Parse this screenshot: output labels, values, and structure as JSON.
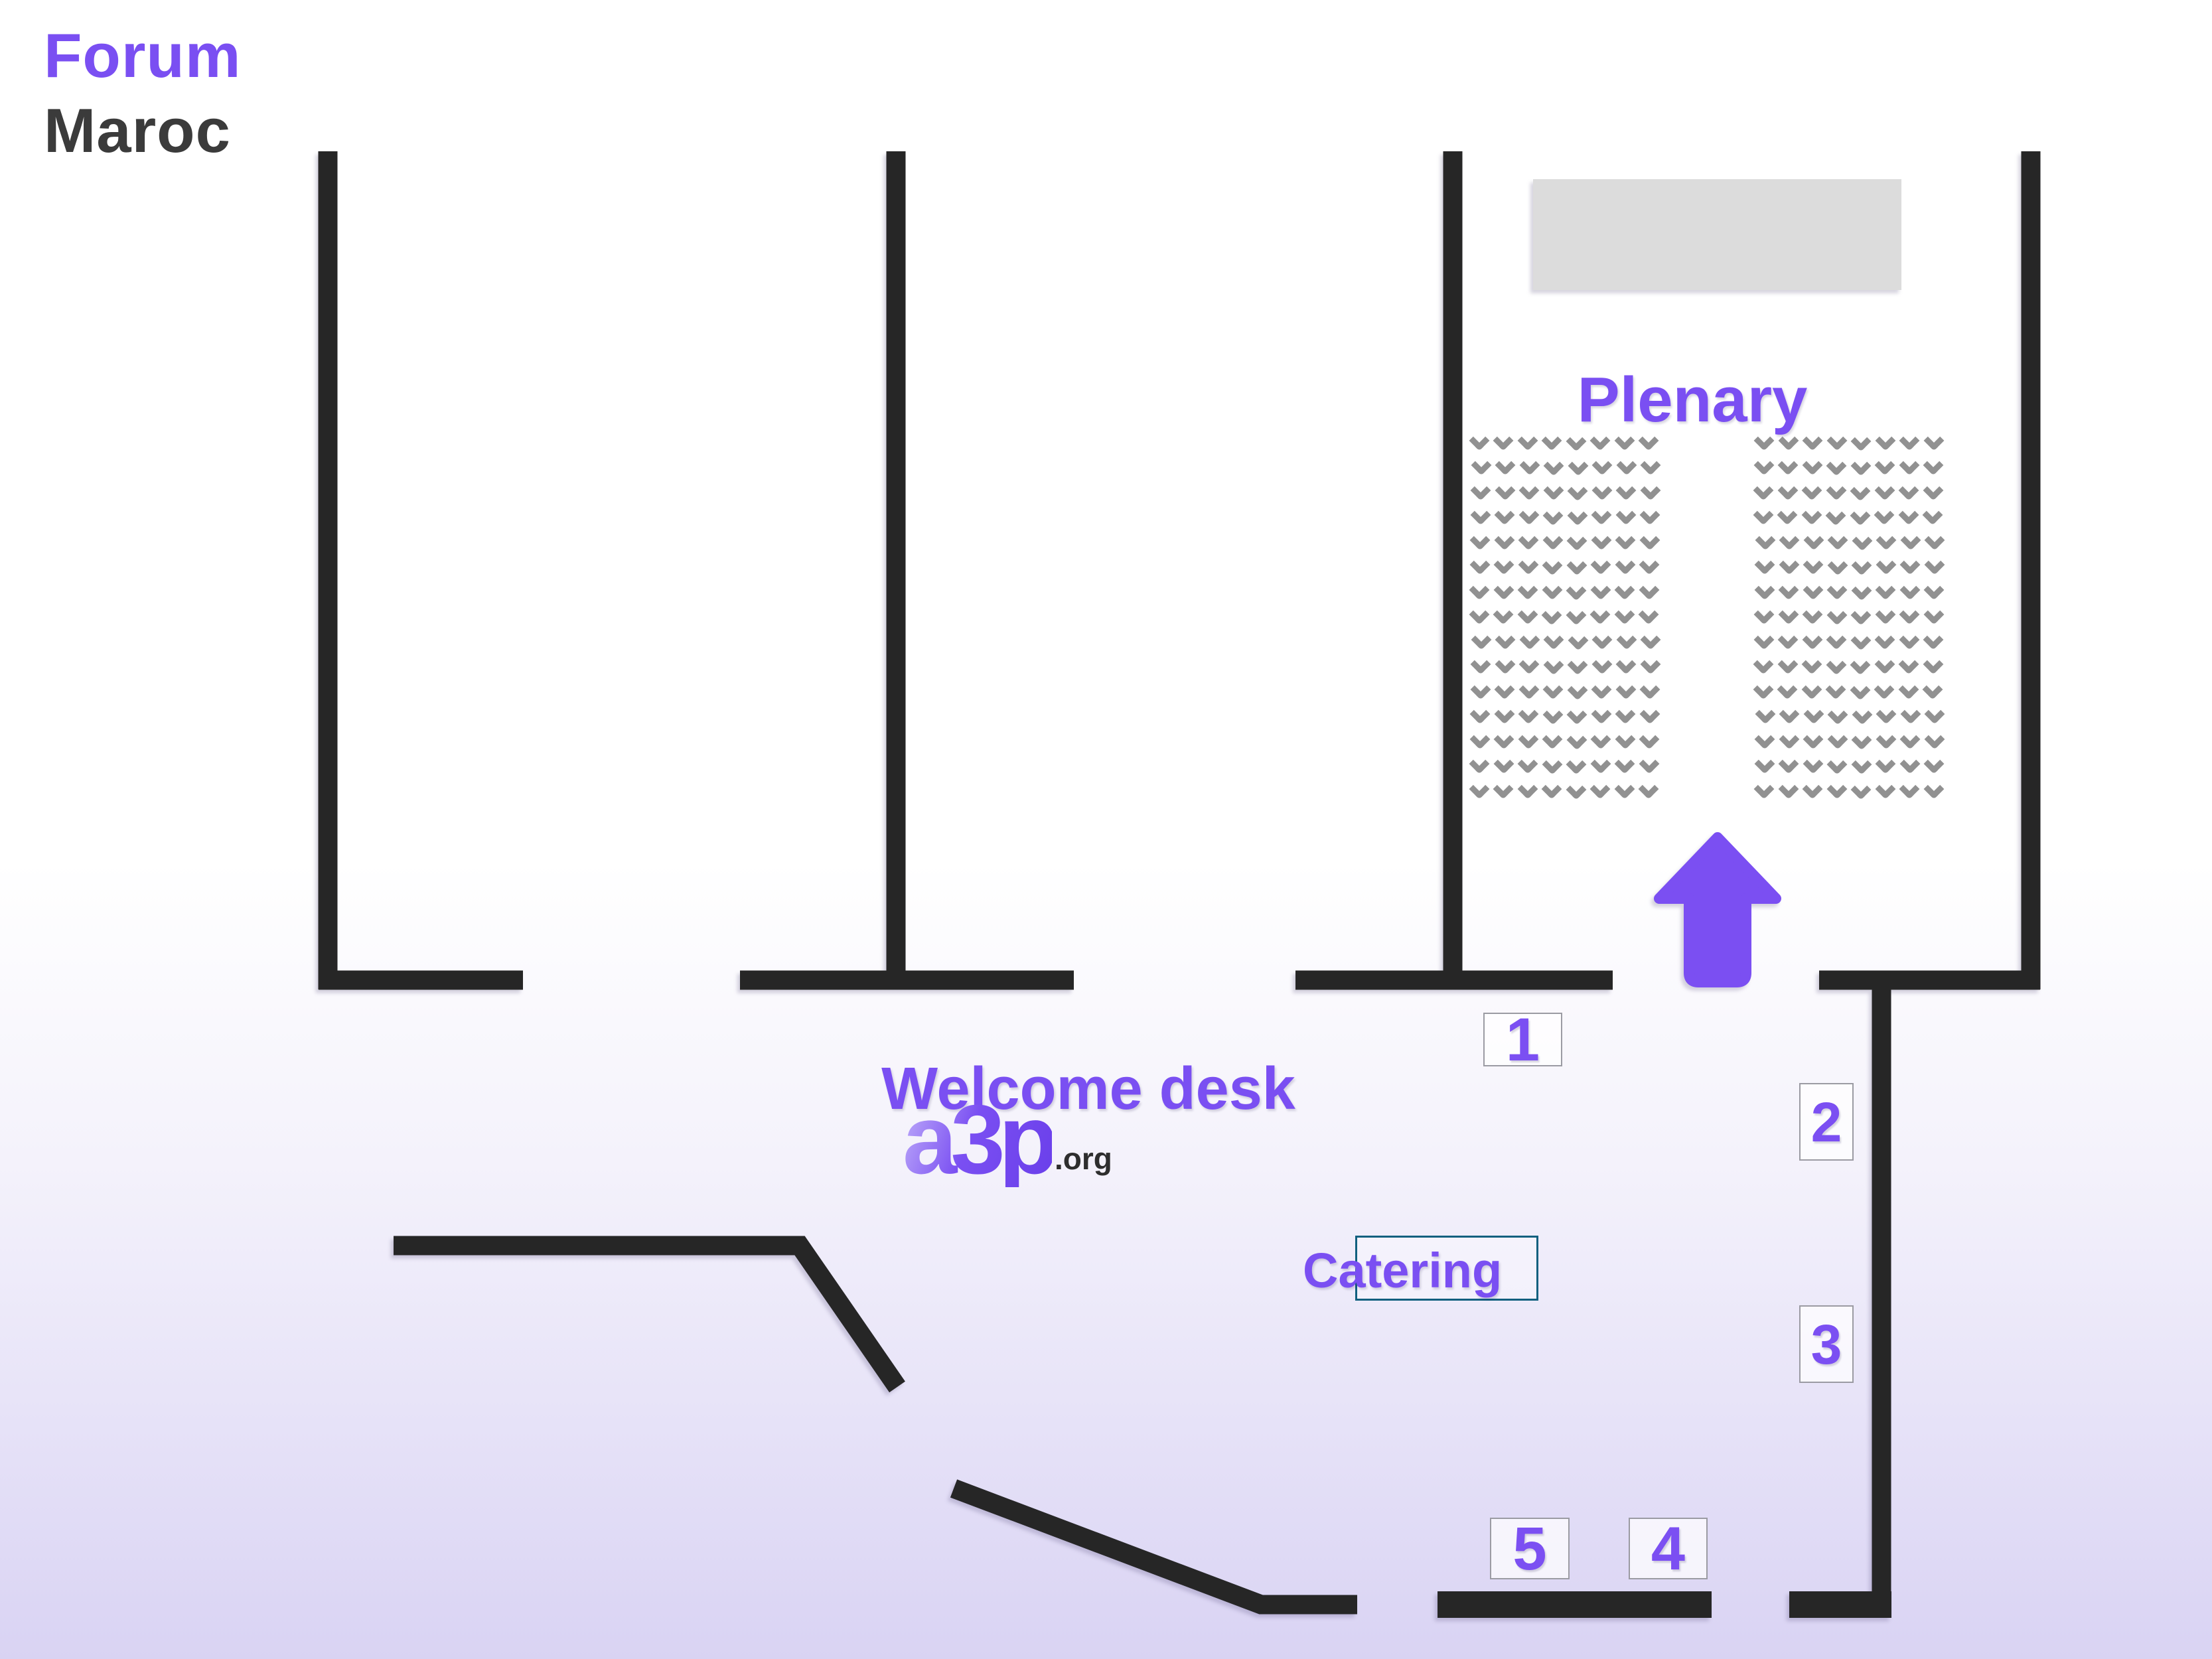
{
  "title": {
    "line1": "Forum",
    "line2": "Maroc"
  },
  "plenary": {
    "label": "Plenary",
    "stage": "stage-platform",
    "entrance_icon": "arrow-up-icon",
    "seating": {
      "blocks": 2,
      "rows": 15,
      "cols_per_row": 8,
      "seat_icon": "chevron-down-icon"
    }
  },
  "welcome_desk": {
    "label": "Welcome desk"
  },
  "logo": {
    "text": "a3p",
    "suffix": ".org"
  },
  "catering": {
    "label": "Catering"
  },
  "rooms": [
    {
      "label": "1"
    },
    {
      "label": "2"
    },
    {
      "label": "3"
    },
    {
      "label": "4"
    },
    {
      "label": "5"
    }
  ],
  "colors": {
    "accent_purple": "#7a4ff2",
    "title_secondary": "#3b3b3b",
    "wall": "#262626",
    "stage_gray": "#dcdcdc",
    "seat_gray": "#919191",
    "room_box_border": "#9b9ba3",
    "catering_border": "#10607f",
    "background_top": "#ffffff",
    "background_bottom": "#d9d3f3"
  }
}
